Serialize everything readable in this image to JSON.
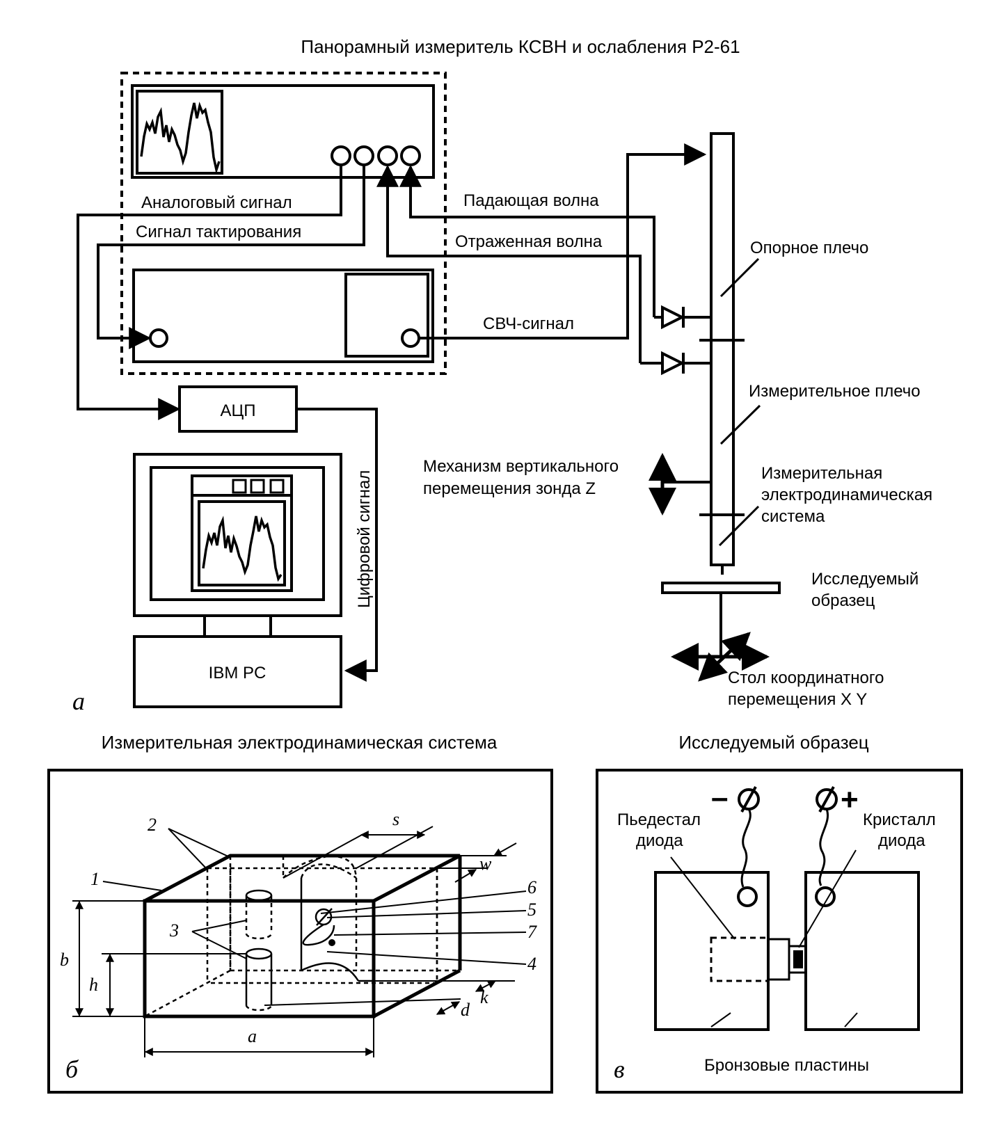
{
  "panel_a": {
    "title": "Панорамный измеритель КСВН и ослабления Р2-61",
    "analog_signal": "Аналоговый сигнал",
    "clock_signal": "Сигнал тактирования",
    "incident_wave": "Падающая волна",
    "reflected_wave": "Отраженная волна",
    "mw_signal": "СВЧ-сигнал",
    "adc": "АЦП",
    "digital_signal": "Цифровой сигнал",
    "pc": "IBM PC",
    "reference_arm": "Опорное плечо",
    "measuring_arm": "Измерительное плечо",
    "z_mech_line1": "Механизм вертикального",
    "z_mech_line2": "перемещения зонда Z",
    "eds_line1": "Измерительная",
    "eds_line2": "электродинамическая",
    "eds_line3": "система",
    "sample_line1": "Исследуемый",
    "sample_line2": "образец",
    "xy_line1": "Стол координатного",
    "xy_line2": "перемещения X Y",
    "letter": "a"
  },
  "panel_b": {
    "title": "Измерительная электродинамическая  система",
    "letter": "б",
    "labels": {
      "n1": "1",
      "n2": "2",
      "n3": "3",
      "n4": "4",
      "n5": "5",
      "n6": "6",
      "n7": "7",
      "s": "s",
      "w": "w",
      "b": "b",
      "h": "h",
      "a": "a",
      "d": "d",
      "k": "k"
    }
  },
  "panel_c": {
    "title": "Исследуемый образец",
    "letter": "в",
    "minus": "–",
    "plus": "+",
    "pedestal_line1": "Пьедестал",
    "pedestal_line2": "диода",
    "crystal_line1": "Кристалл",
    "crystal_line2": "диода",
    "plates": "Бронзовые пластины"
  }
}
